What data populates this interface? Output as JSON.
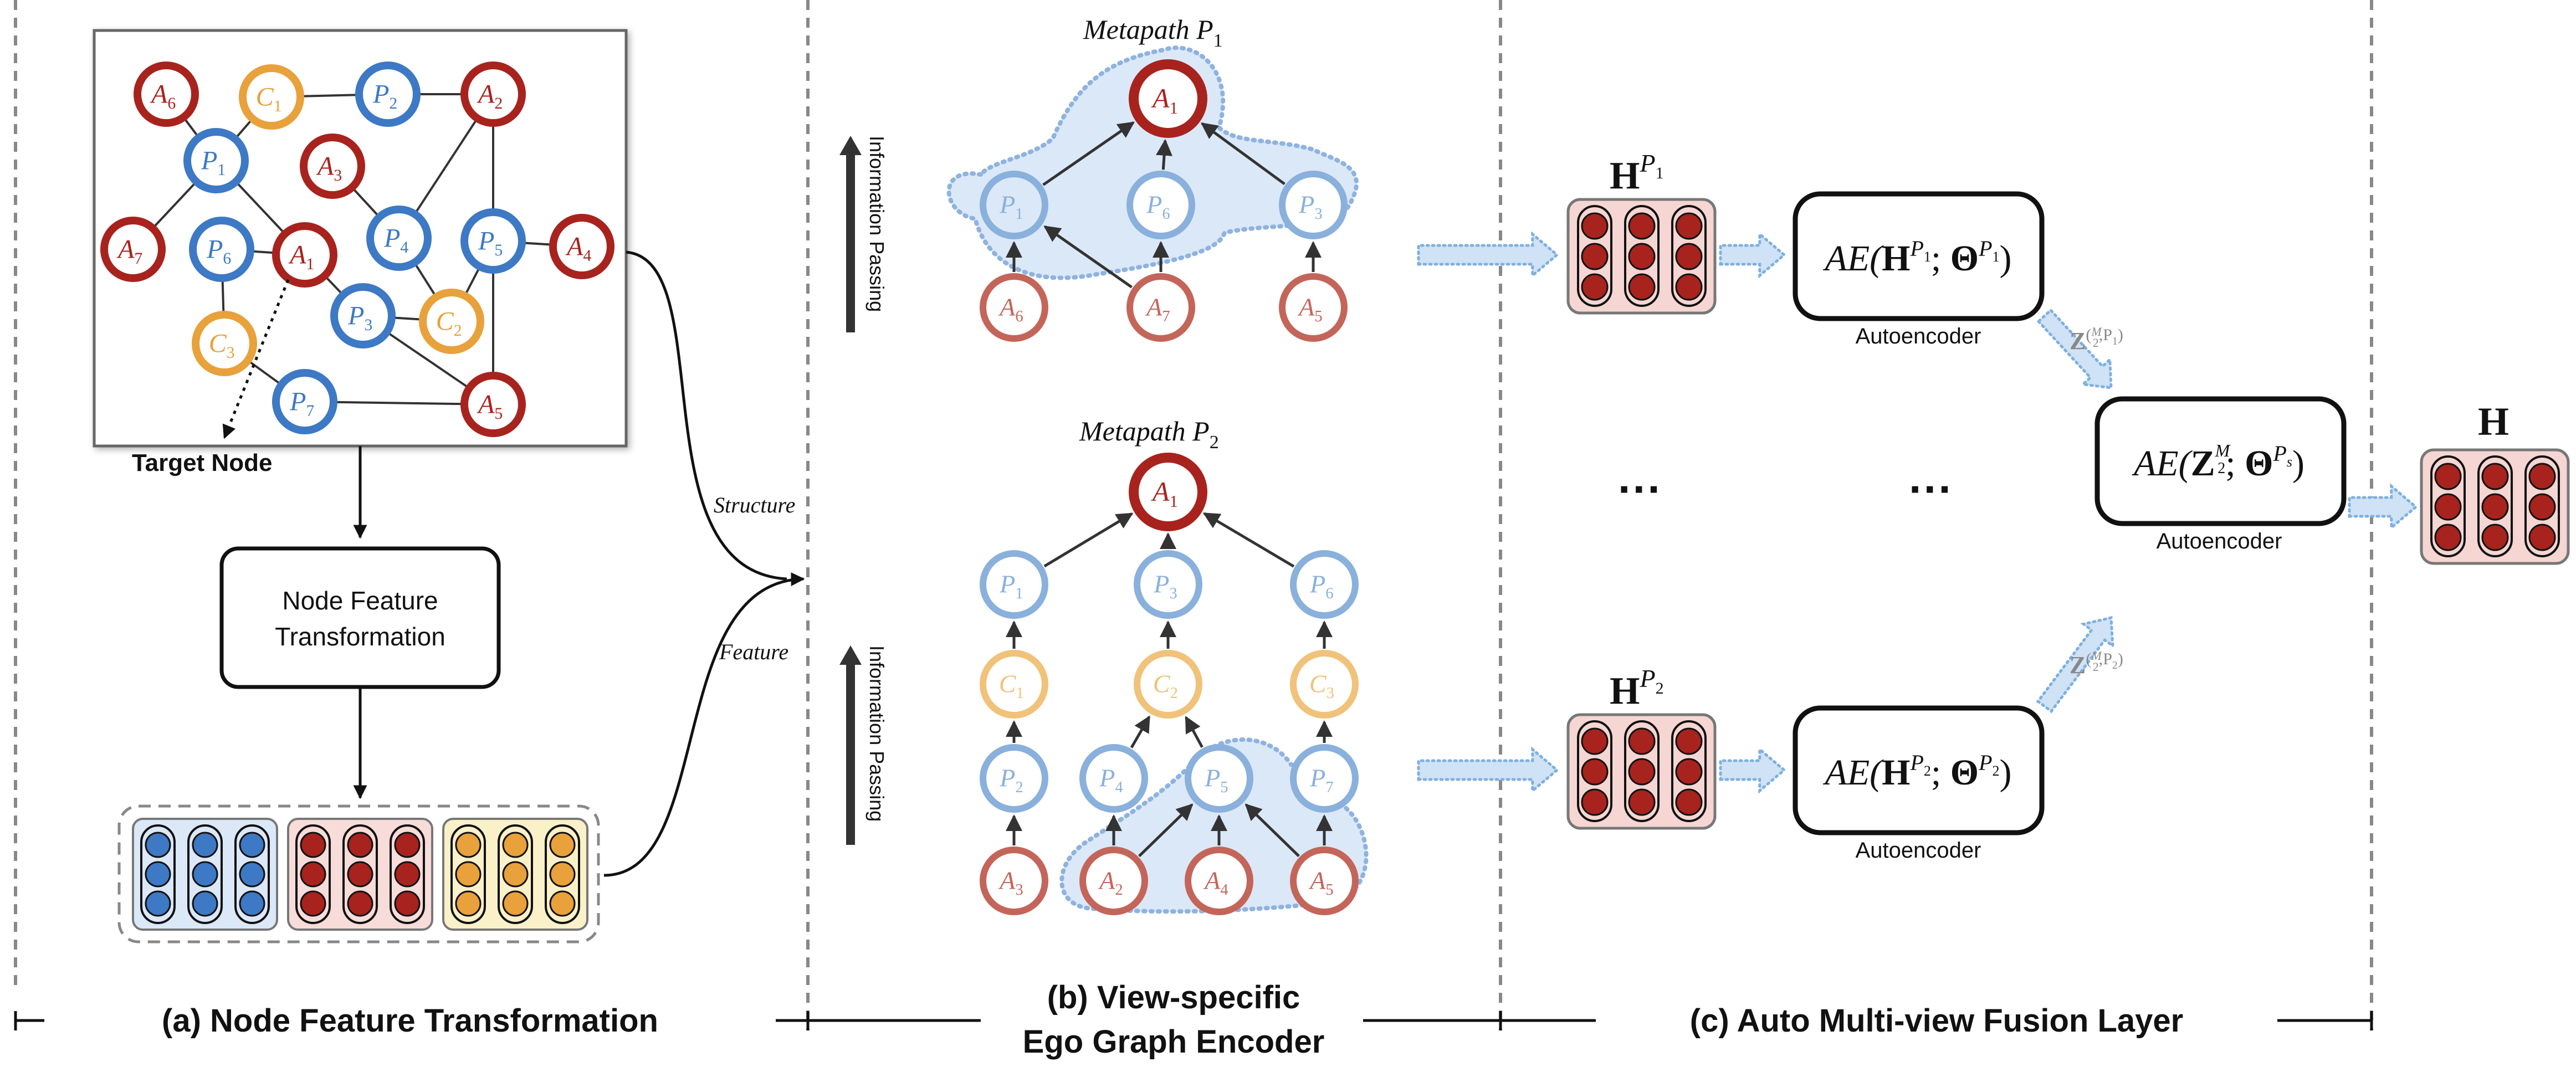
{
  "colors": {
    "author": "#a8231d",
    "paper": "#3d79c4",
    "conference": "#e8a13b",
    "author_light": "#c4655a",
    "paper_light": "#8ab0dc",
    "conference_light": "#f0c27a",
    "highlight": "#dbe8f8",
    "arrow_fill": "#cfe2f6",
    "arrow_stroke": "#7fb0e0"
  },
  "panel_a": {
    "target_label": "Target Node",
    "nft_line1": "Node Feature",
    "nft_line2": "Transformation",
    "caption": "(a) Node Feature Transformation",
    "nodes": [
      {
        "id": "A6",
        "type": "A",
        "base": "A",
        "sub": "6"
      },
      {
        "id": "C1",
        "type": "C",
        "base": "C",
        "sub": "1"
      },
      {
        "id": "P2",
        "type": "P",
        "base": "P",
        "sub": "2"
      },
      {
        "id": "A2",
        "type": "A",
        "base": "A",
        "sub": "2"
      },
      {
        "id": "P1",
        "type": "P",
        "base": "P",
        "sub": "1"
      },
      {
        "id": "A3",
        "type": "A",
        "base": "A",
        "sub": "3"
      },
      {
        "id": "A7",
        "type": "A",
        "base": "A",
        "sub": "7"
      },
      {
        "id": "P6",
        "type": "P",
        "base": "P",
        "sub": "6"
      },
      {
        "id": "A1",
        "type": "A",
        "base": "A",
        "sub": "1"
      },
      {
        "id": "P4",
        "type": "P",
        "base": "P",
        "sub": "4"
      },
      {
        "id": "P5",
        "type": "P",
        "base": "P",
        "sub": "5"
      },
      {
        "id": "A4",
        "type": "A",
        "base": "A",
        "sub": "4"
      },
      {
        "id": "C3",
        "type": "C",
        "base": "C",
        "sub": "3"
      },
      {
        "id": "P3",
        "type": "P",
        "base": "P",
        "sub": "3"
      },
      {
        "id": "C2",
        "type": "C",
        "base": "C",
        "sub": "2"
      },
      {
        "id": "P7",
        "type": "P",
        "base": "P",
        "sub": "7"
      },
      {
        "id": "A5",
        "type": "A",
        "base": "A",
        "sub": "5"
      }
    ],
    "edges": [
      [
        "A6",
        "P1"
      ],
      [
        "C1",
        "P1"
      ],
      [
        "C1",
        "P2"
      ],
      [
        "P2",
        "A2"
      ],
      [
        "P1",
        "A7"
      ],
      [
        "P1",
        "A1"
      ],
      [
        "P6",
        "A1"
      ],
      [
        "P6",
        "C3"
      ],
      [
        "A1",
        "P3"
      ],
      [
        "A3",
        "P4"
      ],
      [
        "P4",
        "A2"
      ],
      [
        "P4",
        "C2"
      ],
      [
        "P5",
        "A2"
      ],
      [
        "P5",
        "C2"
      ],
      [
        "P5",
        "A4"
      ],
      [
        "P5",
        "A5"
      ],
      [
        "P3",
        "C2"
      ],
      [
        "C3",
        "P7"
      ],
      [
        "P7",
        "A5"
      ],
      [
        "P3",
        "A5"
      ]
    ]
  },
  "panel_b": {
    "metapath1_prefix": "Metapath ",
    "metapath1_base": "P",
    "metapath1_sub": "1",
    "metapath2_prefix": "Metapath ",
    "metapath2_base": "P",
    "metapath2_sub": "2",
    "info_passing_label": "Information Passing",
    "structure_label": "Structure",
    "feature_label": "Feature",
    "caption_line1": "(b) View-specific",
    "caption_line2": "Ego Graph Encoder",
    "tree1": {
      "nodes": [
        {
          "id": "t1A1",
          "type": "A",
          "base": "A",
          "sub": "1",
          "root": true
        },
        {
          "id": "t1P1",
          "type": "P",
          "base": "P",
          "sub": "1"
        },
        {
          "id": "t1P6",
          "type": "P",
          "base": "P",
          "sub": "6"
        },
        {
          "id": "t1P3",
          "type": "P",
          "base": "P",
          "sub": "3"
        },
        {
          "id": "t1A6",
          "type": "A",
          "base": "A",
          "sub": "6"
        },
        {
          "id": "t1A7",
          "type": "A",
          "base": "A",
          "sub": "7"
        },
        {
          "id": "t1A5",
          "type": "A",
          "base": "A",
          "sub": "5"
        }
      ],
      "edges": [
        [
          "t1P1",
          "t1A1"
        ],
        [
          "t1P6",
          "t1A1"
        ],
        [
          "t1P3",
          "t1A1"
        ],
        [
          "t1A6",
          "t1P1"
        ],
        [
          "t1A7",
          "t1P1"
        ],
        [
          "t1A7",
          "t1P6"
        ],
        [
          "t1A5",
          "t1P3"
        ]
      ]
    },
    "tree2": {
      "nodes": [
        {
          "id": "t2A1",
          "type": "A",
          "base": "A",
          "sub": "1",
          "root": true
        },
        {
          "id": "t2P1",
          "type": "P",
          "base": "P",
          "sub": "1"
        },
        {
          "id": "t2P3",
          "type": "P",
          "base": "P",
          "sub": "3"
        },
        {
          "id": "t2P6",
          "type": "P",
          "base": "P",
          "sub": "6"
        },
        {
          "id": "t2C1",
          "type": "C",
          "base": "C",
          "sub": "1"
        },
        {
          "id": "t2C2",
          "type": "C",
          "base": "C",
          "sub": "2"
        },
        {
          "id": "t2C3",
          "type": "C",
          "base": "C",
          "sub": "3"
        },
        {
          "id": "t2P2",
          "type": "P",
          "base": "P",
          "sub": "2"
        },
        {
          "id": "t2P4",
          "type": "P",
          "base": "P",
          "sub": "4"
        },
        {
          "id": "t2P5",
          "type": "P",
          "base": "P",
          "sub": "5"
        },
        {
          "id": "t2P7",
          "type": "P",
          "base": "P",
          "sub": "7"
        },
        {
          "id": "t2A3",
          "type": "A",
          "base": "A",
          "sub": "3"
        },
        {
          "id": "t2A2",
          "type": "A",
          "base": "A",
          "sub": "2"
        },
        {
          "id": "t2A4",
          "type": "A",
          "base": "A",
          "sub": "4"
        },
        {
          "id": "t2A5",
          "type": "A",
          "base": "A",
          "sub": "5"
        }
      ],
      "edges": [
        [
          "t2P1",
          "t2A1"
        ],
        [
          "t2P3",
          "t2A1"
        ],
        [
          "t2P6",
          "t2A1"
        ],
        [
          "t2C1",
          "t2P1"
        ],
        [
          "t2C2",
          "t2P3"
        ],
        [
          "t2C3",
          "t2P6"
        ],
        [
          "t2P2",
          "t2C1"
        ],
        [
          "t2P4",
          "t2C2"
        ],
        [
          "t2P5",
          "t2C2"
        ],
        [
          "t2P7",
          "t2C3"
        ],
        [
          "t2A3",
          "t2P2"
        ],
        [
          "t2A2",
          "t2P4"
        ],
        [
          "t2A2",
          "t2P5"
        ],
        [
          "t2A4",
          "t2P5"
        ],
        [
          "t2A5",
          "t2P5"
        ],
        [
          "t2A5",
          "t2P7"
        ]
      ]
    }
  },
  "panel_c": {
    "h_bold": "H",
    "hp1_sup_base": "P",
    "hp1_sup_sub": "1",
    "hp2_sup_base": "P",
    "hp2_sup_sub": "2",
    "ae_prefix": "AE(",
    "ae_semicolon": "; ",
    "ae_theta": "Θ",
    "ae_suffix": ")",
    "ae_p1_sub": "1",
    "ae_p2_sub": "2",
    "ae_s_sub": "s",
    "ae_fuse_z": "Z",
    "ae_fuse_m": "M",
    "ae_fuse_2": "2",
    "autoencoder_label": "Autoencoder",
    "z_label": "Z",
    "z1_tail": ",P",
    "z1_sub": "1",
    "z2_tail": ",P",
    "z2_sub": "2",
    "ellipsis": "···",
    "output_label": "H",
    "caption": "(c) Auto Multi-view Fusion Layer"
  }
}
